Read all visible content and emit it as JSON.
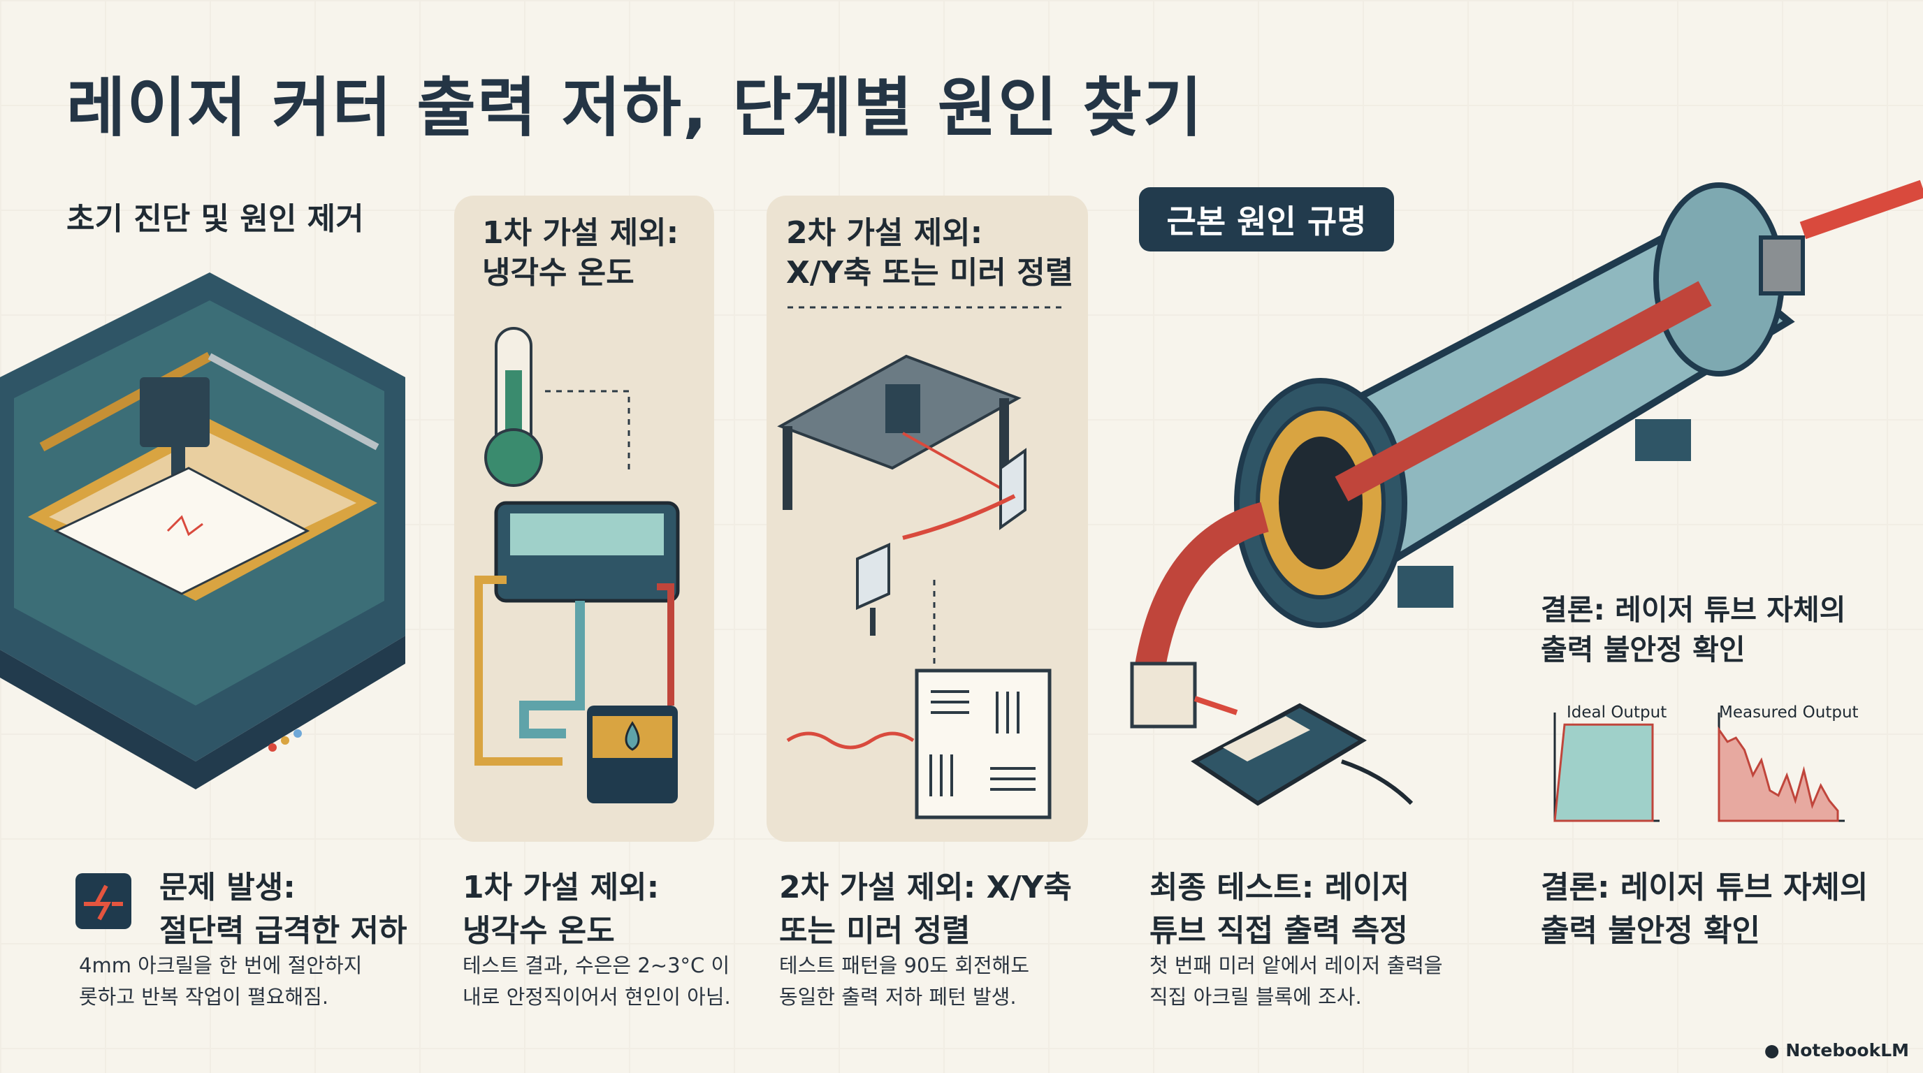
{
  "title": "레이저 커터 출력 저하, 단계별 원인 찾기",
  "sections": {
    "initial": {
      "heading": "초기 진단 및 원인 제거"
    },
    "hypothesis1": {
      "heading_line1": "1차 가설 제외:",
      "heading_line2": "냉각수 온도"
    },
    "hypothesis2": {
      "heading_line1": "2차 가설 제외:",
      "heading_line2": "X/Y축 또는 미러 정렬"
    },
    "root_cause": {
      "badge": "근본 원인 규명",
      "conclusion_line1": "결론: 레이저 튜브 자체의",
      "conclusion_line2": "출력 불안정 확인"
    }
  },
  "charts": {
    "ideal": {
      "title": "Ideal Output"
    },
    "measured": {
      "title": "Measured Output"
    }
  },
  "chart_data": [
    {
      "type": "area",
      "title": "Ideal Output",
      "x": [
        0,
        1,
        2,
        3,
        4,
        5,
        6,
        7,
        8,
        9,
        10
      ],
      "values": [
        0,
        0.95,
        0.95,
        0.95,
        0.95,
        0.95,
        0.95,
        0.95,
        0.95,
        0.95,
        0.95
      ],
      "color": "#9fd0c9"
    },
    {
      "type": "area",
      "title": "Measured Output",
      "x": [
        0,
        1,
        2,
        3,
        4,
        5,
        6,
        7,
        8,
        9,
        10,
        11,
        12,
        13,
        14
      ],
      "values": [
        0.9,
        0.78,
        0.82,
        0.7,
        0.45,
        0.6,
        0.3,
        0.25,
        0.45,
        0.2,
        0.5,
        0.15,
        0.35,
        0.2,
        0.1
      ],
      "color": "#e7a9a0"
    }
  ],
  "captions": [
    {
      "title_line1": "문제 발생:",
      "title_line2": "절단력 급격한 저하",
      "body_line1": "4mm 아크릴을 한 번에 절안하지",
      "body_line2": "롯하고 반복 작업이 펼요해짐."
    },
    {
      "title_line1": "1차 가설 제외:",
      "title_line2": "냉각수 온도",
      "body_line1": "테스트 결과, 수은은 2~3°C 이",
      "body_line2": "내로 안정직이어서 현인이 아님."
    },
    {
      "title_line1": "2차 가설 제외: X/Y축",
      "title_line2": "또는 미러 정렬",
      "body_line1": "테스트 패턴을 90도 회전해도",
      "body_line2": "동일한 출력 저하 페턴 발생."
    },
    {
      "title_line1": "최종 테스트: 레이저",
      "title_line2": "튜브 직접 출력 측정",
      "body_line1": "첫 번패 미러 앝에서 레이저 출력을",
      "body_line2": "직집 아크릴 블록에 조사."
    },
    {
      "title_line1": "결론: 레이저 튜브 자체의",
      "title_line2": "출력 불안정 확인",
      "body_line1": "",
      "body_line2": ""
    }
  ],
  "brand": "NotebookLM",
  "colors": {
    "navy": "#223b4d",
    "teal": "#3c6e77",
    "red": "#c0453b",
    "gold": "#d9a441",
    "panel": "#ece3d2"
  }
}
